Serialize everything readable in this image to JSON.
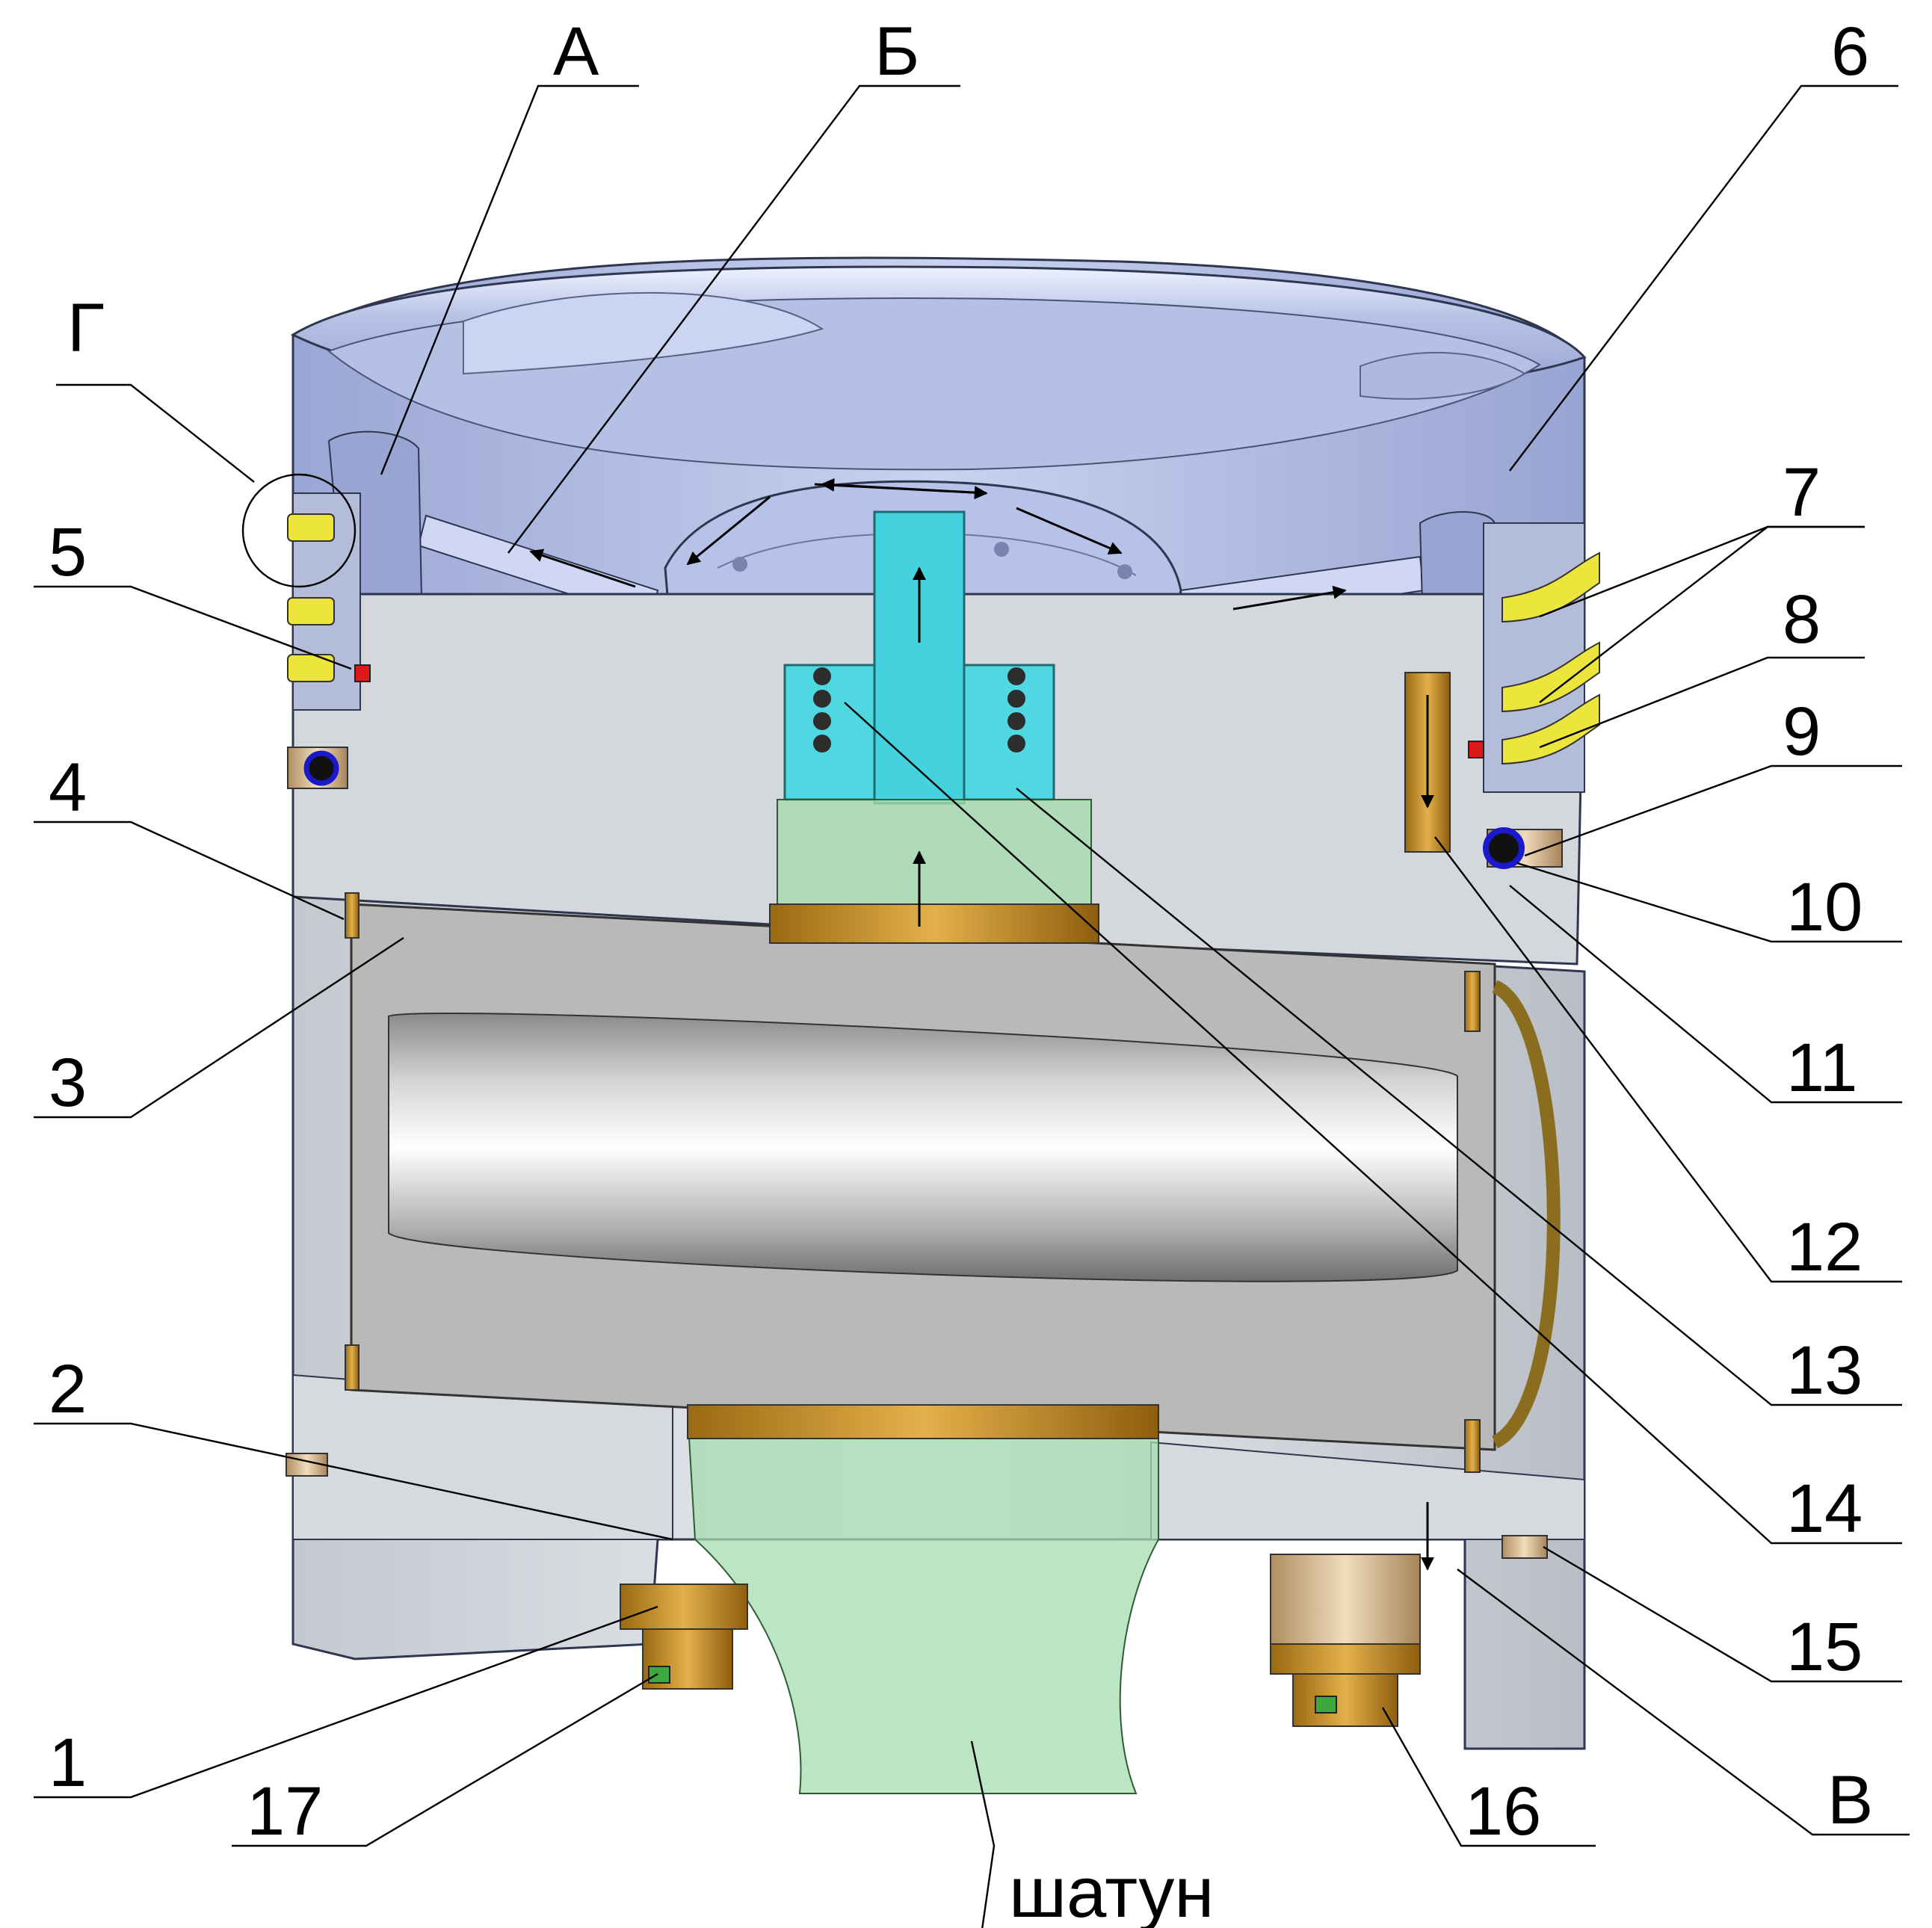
{
  "labels": {
    "A": "А",
    "B": "Б",
    "V": "В",
    "G": "Г",
    "n1": "1",
    "n2": "2",
    "n3": "3",
    "n4": "4",
    "n5": "5",
    "n6": "6",
    "n7": "7",
    "n8": "8",
    "n9": "9",
    "n10": "10",
    "n11": "11",
    "n12": "12",
    "n13": "13",
    "n14": "14",
    "n15": "15",
    "n16": "16",
    "n17": "17",
    "rod": "шатун"
  },
  "colors": {
    "piston_top": "#a9b6dc",
    "piston_body": "#d3d6db",
    "pin": "#b8b8b8",
    "rod": "#a6dcb0",
    "bushing": "#c8922a",
    "rings": "#e8e43a",
    "valve": "#4fd8e2",
    "plug": "#d9b98f",
    "ball": "#1a1acc",
    "seal_red": "#e01818"
  }
}
